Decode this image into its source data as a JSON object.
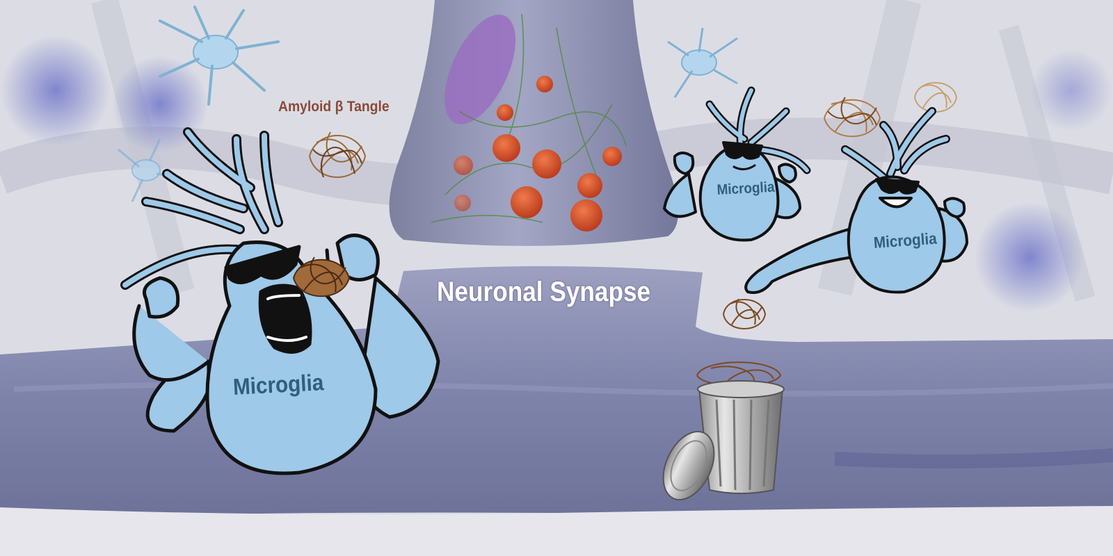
{
  "labels": {
    "amyloid": "Amyloid β Tangle",
    "synapse": "Neuronal Synapse"
  },
  "microglia": [
    {
      "label": "Microglia"
    },
    {
      "label": "Microglia"
    },
    {
      "label": "Microglia"
    }
  ],
  "colors": {
    "microglia_body": "#9ec9e8",
    "microglia_outline": "#111111",
    "microglia_text": "#2f5f7c",
    "neuron": "#8a8fb3",
    "amyloid": "#9a6a3a",
    "vesicle": "#c2451f",
    "amyloid_label": "#8a4a3a",
    "synapse_label": "#ffffff"
  }
}
